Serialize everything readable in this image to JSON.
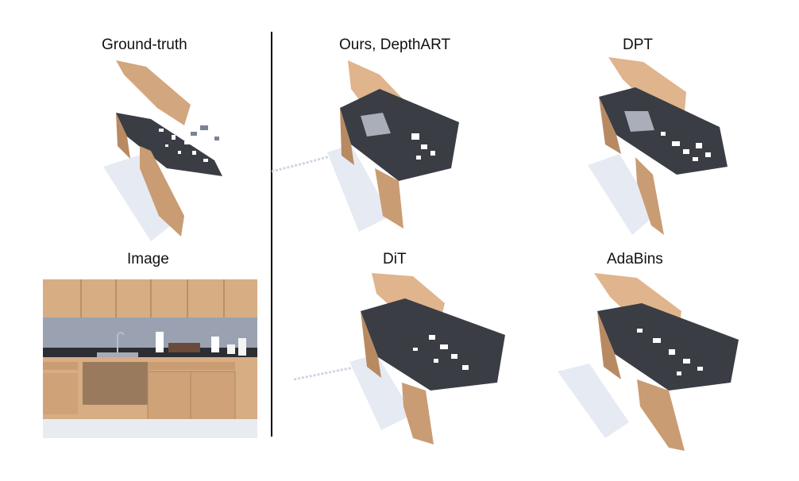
{
  "figure": {
    "labels": {
      "ground_truth": "Ground-truth",
      "ours": "Ours, DepthART",
      "dpt": "DPT",
      "image": "Image",
      "dit": "DiT",
      "adabins": "AdaBins"
    },
    "colors": {
      "wood": "#d2a67e",
      "wood_dark": "#b88a62",
      "counter": "#3a3d44",
      "counter_light": "#6e7480",
      "shadow": "#dfe5f0",
      "wall": "#8c96a8",
      "floor": "#e8ecf2"
    }
  }
}
